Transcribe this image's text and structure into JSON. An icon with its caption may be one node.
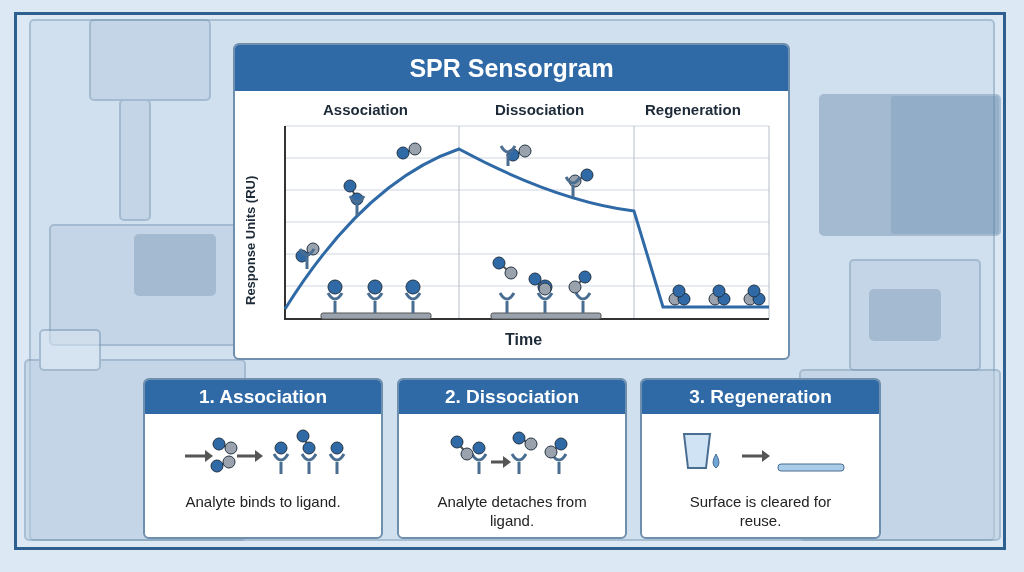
{
  "diagram": {
    "title": "SPR Sensorgram",
    "nodes": [
      {
        "text": [
          "1. Association",
          "Analyte binds to ligand."
        ]
      },
      {
        "text": [
          "2. Dissociation",
          "Analyte detaches from ligand."
        ]
      },
      {
        "text": [
          "3. Regeneration",
          "Surface is cleared for reuse."
        ]
      }
    ],
    "labels": [
      "Association",
      "Dissociation",
      "Regeneration",
      "Response Units (RU)",
      "Time"
    ]
  }
}
